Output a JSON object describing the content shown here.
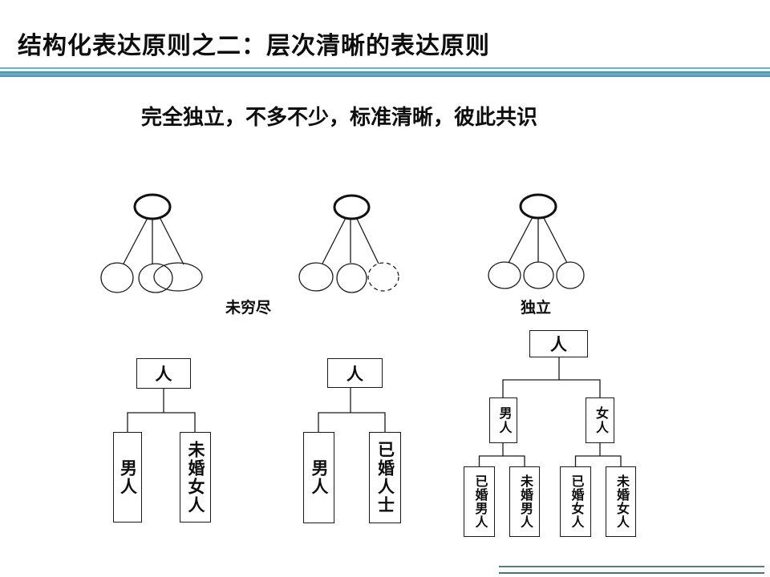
{
  "slide": {
    "title": "结构化表达原则之二：层次清晰的表达原则",
    "subtitle": "完全独立，不多不少，标准清晰，彼此共识"
  },
  "bubble_labels": {
    "not_exhaustive": "未穷尽",
    "independent": "独立"
  },
  "trees": {
    "a": {
      "root": "人",
      "children": [
        "男人",
        "未婚女人"
      ]
    },
    "b": {
      "root": "人",
      "children": [
        "男人",
        "已婚人士"
      ]
    },
    "c": {
      "root": "人",
      "branches": [
        "男人",
        "女人"
      ],
      "leaves": [
        "已婚男人",
        "未婚男人",
        "已婚女人",
        "未婚女人"
      ]
    }
  },
  "colors": {
    "divider_teal": "#4e97b6",
    "divider_light": "#bfe3f0",
    "bottom_line": "#5d7b79",
    "stroke": "#1a1a1a"
  }
}
